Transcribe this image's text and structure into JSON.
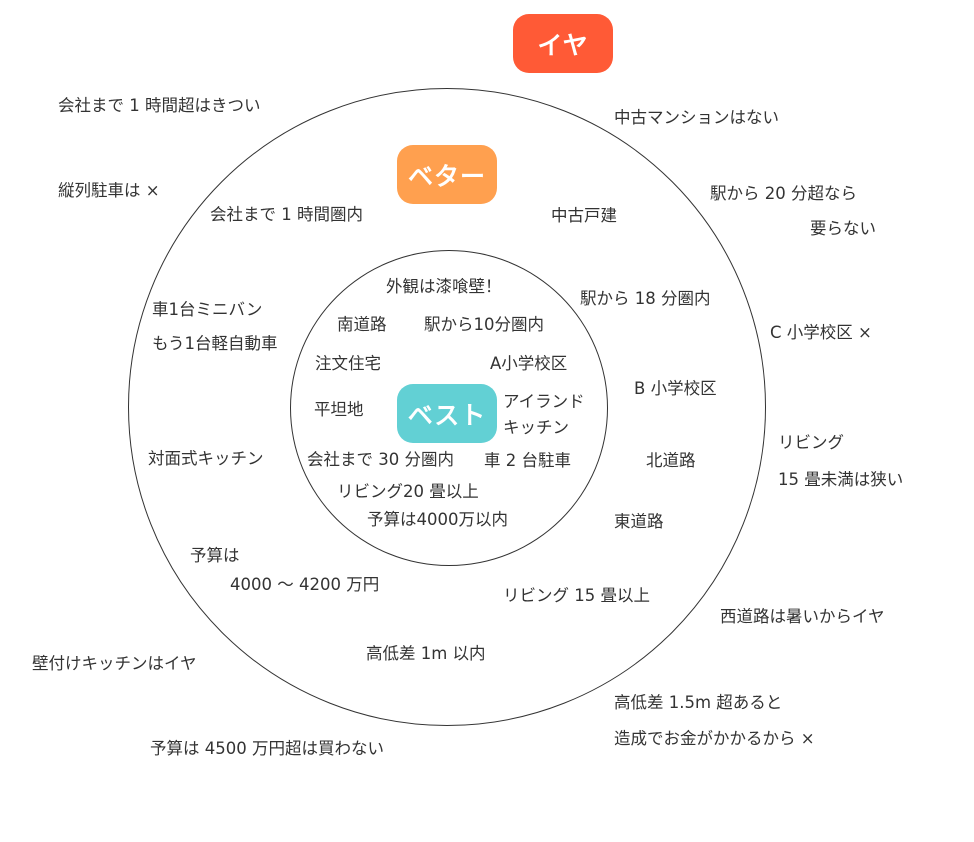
{
  "levels": {
    "worst": {
      "label": "イヤ",
      "color": "#FF5A36"
    },
    "better": {
      "label": "ベター",
      "color": "#FFA04F"
    },
    "best": {
      "label": "ベスト",
      "color": "#62D0D4"
    }
  },
  "outer_items": [
    "会社まで 1 時間超はきつい",
    "縦列駐車は ×",
    "中古マンションはない",
    "駅から 20 分超なら",
    "要らない",
    "C 小学校区 ×",
    "リビング",
    "15 畳未満は狭い",
    "西道路は暑いからイヤ",
    "高低差 1.5m 超あると",
    "造成でお金がかかるから ×",
    "予算は 4500 万円超は買わない",
    "壁付けキッチンはイヤ"
  ],
  "middle_items": [
    "会社まで 1 時間圏内",
    "中古戸建",
    "駅から 18 分圏内",
    "車1台ミニバン",
    "もう1台軽自動車",
    "B 小学校区",
    "対面式キッチン",
    "北道路",
    "東道路",
    "予算は",
    "4000 〜 4200 万円",
    "リビング 15 畳以上",
    "高低差 1m 以内"
  ],
  "inner_items": [
    "外観は漆喰壁！",
    "南道路",
    "駅から10分圏内",
    "注文住宅",
    "A小学校区",
    "平坦地",
    "アイランド",
    "キッチン",
    "会社まで 30 分圏内",
    "車 2 台駐車",
    "リビング20 畳以上",
    "予算は4000万以内"
  ]
}
